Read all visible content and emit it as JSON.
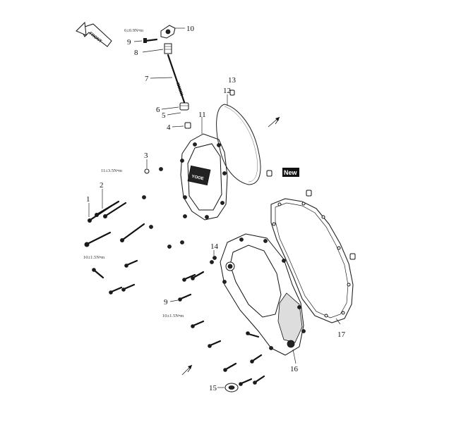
{
  "front_arrow_label": "FRONT",
  "new_badge": "New",
  "torque_specs": {
    "t1": "6±0.9N•m",
    "t2": "11±3.5N•m",
    "t3": "10±1.5N•m",
    "t4": "10±1.5N•m"
  },
  "cover_logo": "YOOE",
  "callouts": [
    "1",
    "2",
    "3",
    "4",
    "5",
    "6",
    "7",
    "8",
    "9",
    "10",
    "11",
    "12",
    "13",
    "14",
    "15",
    "16",
    "17",
    "9"
  ]
}
